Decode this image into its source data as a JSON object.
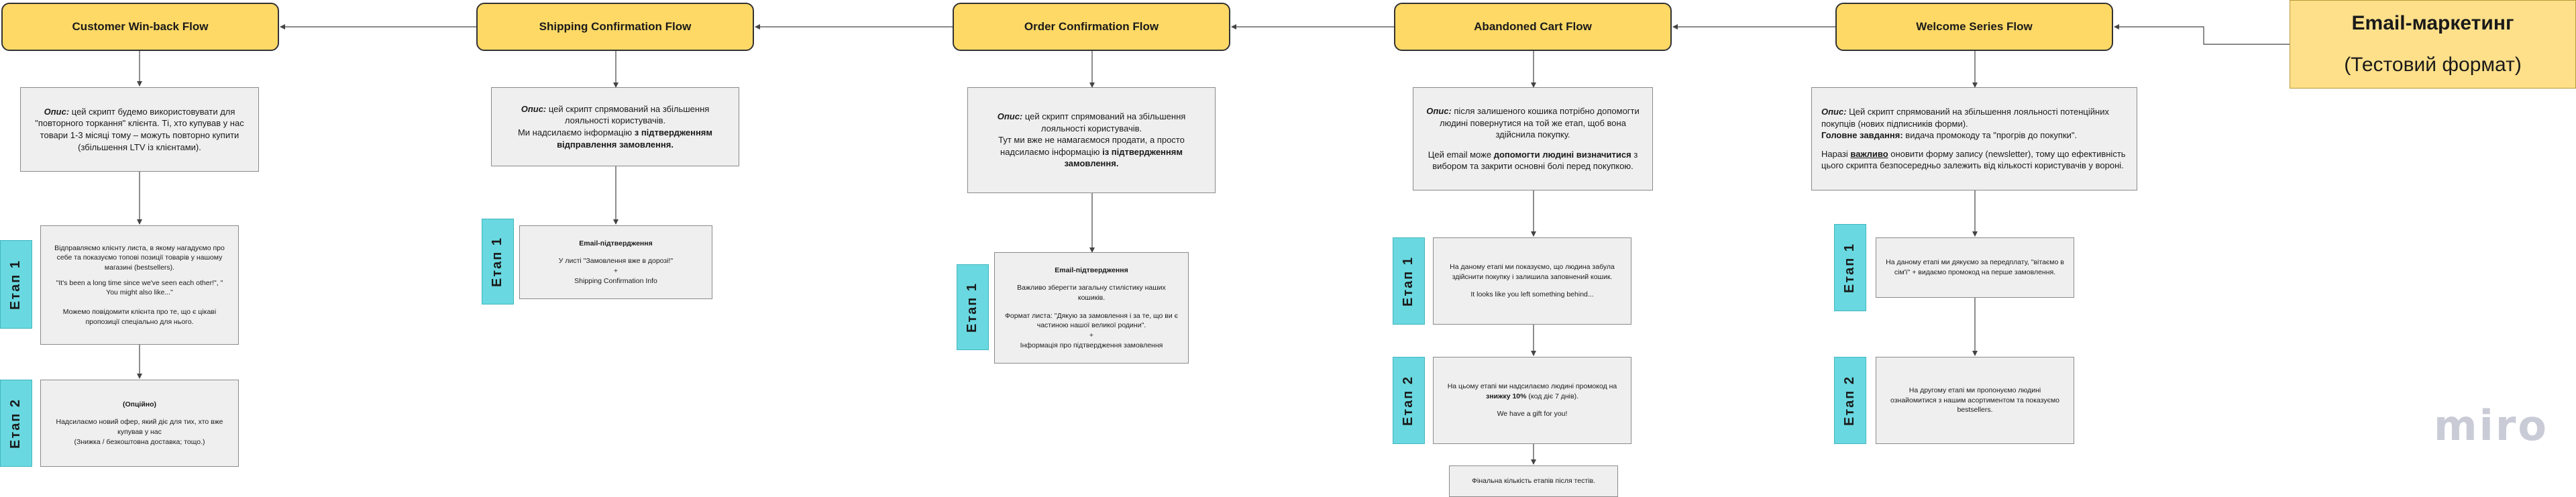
{
  "header": {
    "title": "Email-маркетинг",
    "subtitle": "(Тестовий формат)"
  },
  "stage_labels": {
    "stage1": "Етап 1",
    "stage2": "Етап 2"
  },
  "watermark": "miro",
  "flows": {
    "winback": {
      "title": "Customer Win-back Flow",
      "desc_label": "Опис:",
      "desc_text": " цей скрипт будемо використовувати для \"повторного торкання\" клієнта. Ті, хто купував у нас товари 1-3 місяці тому – можуть повторно купити (збільшення LTV із клієнтами).",
      "stage1_line1": "Відправляємо клієнту листа, в якому нагадуємо про себе та показуємо топові позиції товарів у нашому магазині (bestsellers).",
      "stage1_line2": "\"It's been a long time since we've seen each other!\", \" You might also like...\"",
      "stage1_line3": "Можемо повідомити клієнта про те, що є цікаві пропозиції спеціально для нього.",
      "stage2_line1": "(Опційно)",
      "stage2_line2": "Надсилаємо новий офер, який діє для тих, хто вже купував у нас",
      "stage2_line3": "(Знижка / безкоштовна доставка; тощо.)"
    },
    "shipping": {
      "title": "Shipping Confirmation Flow",
      "desc_label": "Опис:",
      "desc_text": " цей скрипт спрямований на збільшення лояльності користувачів.",
      "desc_line2_a": "Ми надсилаємо інформацію ",
      "desc_line2_b": "з підтвердженням відправлення замовлення.",
      "stage1_line1": "Email-підтвердження",
      "stage1_line2": "У листі \"Замовлення вже в дорозі!\"",
      "stage1_line3": "+",
      "stage1_line4": "Shipping Confirmation Info"
    },
    "order": {
      "title": "Order Confirmation Flow",
      "desc_label": "Опис:",
      "desc_text": " цей скрипт спрямований на збільшення лояльності користувачів.",
      "desc_line2_a": "Тут ми вже не намагаємося продати, а просто надсилаємо інформацію ",
      "desc_line2_b": "із підтвердженням замовлення.",
      "stage1_line1": "Email-підтвердження",
      "stage1_line2": "Важливо зберегти загальну стилістику наших кошиків.",
      "stage1_line3": "Формат листа: \"Дякую за замовлення і за те, що ви є частиною нашої великої родини\".",
      "stage1_line4": "+",
      "stage1_line5": "Інформація про підтвердження замовлення"
    },
    "cart": {
      "title": "Abandoned Cart Flow",
      "desc_label": "Опис:",
      "desc_text": " після залишеного кошика потрібно допомогти людині повернутися на той же етап, щоб вона здійснила покупку.",
      "desc_line2_a": "Цей email може ",
      "desc_line2_b": "допомогти людині визначитися",
      "desc_line2_c": " з вибором та закрити основні болі перед покупкою.",
      "stage1_line1": "На даному етапі ми показуємо, що людина забула здійснити покупку і залишила заповнений кошик.",
      "stage1_line2": "It looks like you left something behind...",
      "stage2_line1_a": "На цьому етапі ми надсилаємо людині промокод на ",
      "stage2_line1_b": "знижку 10%",
      "stage2_line1_c": " (код діє 7 днів).",
      "stage2_line2": "We have a gift for you!",
      "final": "Фінальна кількість етапів після тестів."
    },
    "welcome": {
      "title": "Welcome Series Flow",
      "desc_label": "Опис:",
      "desc_text": " Цей скрипт спрямований на збільшення лояльності потенційних покупців (нових підписників форми).",
      "task_label": "Головне завдання:",
      "task_text": " видача промокоду та \"прогрів до покупки\".",
      "note_a": "Наразі ",
      "note_b": "важливо",
      "note_c": " оновити форму запису (newsletter), тому що ефективність цього скрипта безпосередньо залежить від кількості користувачів у вороні.",
      "stage1_line1": "На даному етапі ми дякуємо за передплату, \"вітаємо в сім'ї\" + видаємо промокод на перше замовлення.",
      "stage2_line1": "На другому етапі ми пропонуємо людині ознайомитися з нашим асортиментом та показуємо bestsellers."
    }
  }
}
